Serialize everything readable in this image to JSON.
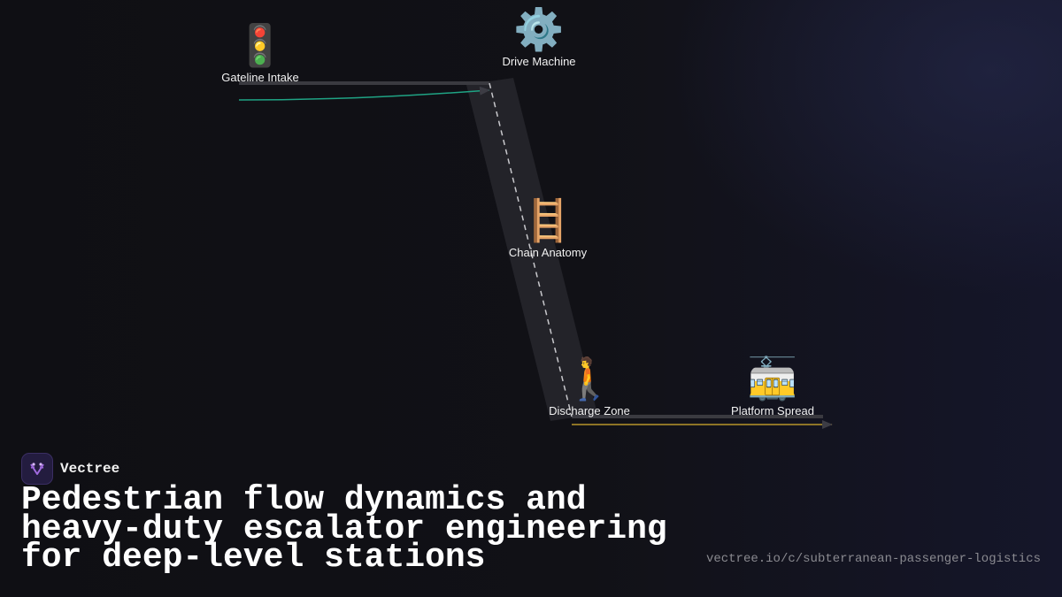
{
  "brand": {
    "name": "Vectree",
    "logo_icon": "vectree-logo-icon"
  },
  "title": "Pedestrian flow dynamics and heavy-duty escalator engineering for deep-level stations",
  "url": "vectree.io/c/subterranean-passenger-logistics",
  "colors": {
    "background": "#111116",
    "teal_connector": "#1fa384",
    "amber_connector": "#b8952a",
    "shaft": "#2a2a30",
    "logo_accent": "#a06adf"
  },
  "nodes": [
    {
      "id": "gateline",
      "label": "Gateline Intake",
      "icon": "🚦",
      "icon_name": "traffic-light-icon"
    },
    {
      "id": "drive",
      "label": "Drive Machine",
      "icon": "⚙️",
      "icon_name": "gear-icon"
    },
    {
      "id": "chain",
      "label": "Chain Anatomy",
      "icon": "🪜",
      "icon_name": "ladder-icon"
    },
    {
      "id": "discharge",
      "label": "Discharge Zone",
      "icon": "🚶",
      "icon_name": "walking-person-icon"
    },
    {
      "id": "platform",
      "label": "Platform Spread",
      "icon": "🚋",
      "icon_name": "tram-icon"
    }
  ]
}
